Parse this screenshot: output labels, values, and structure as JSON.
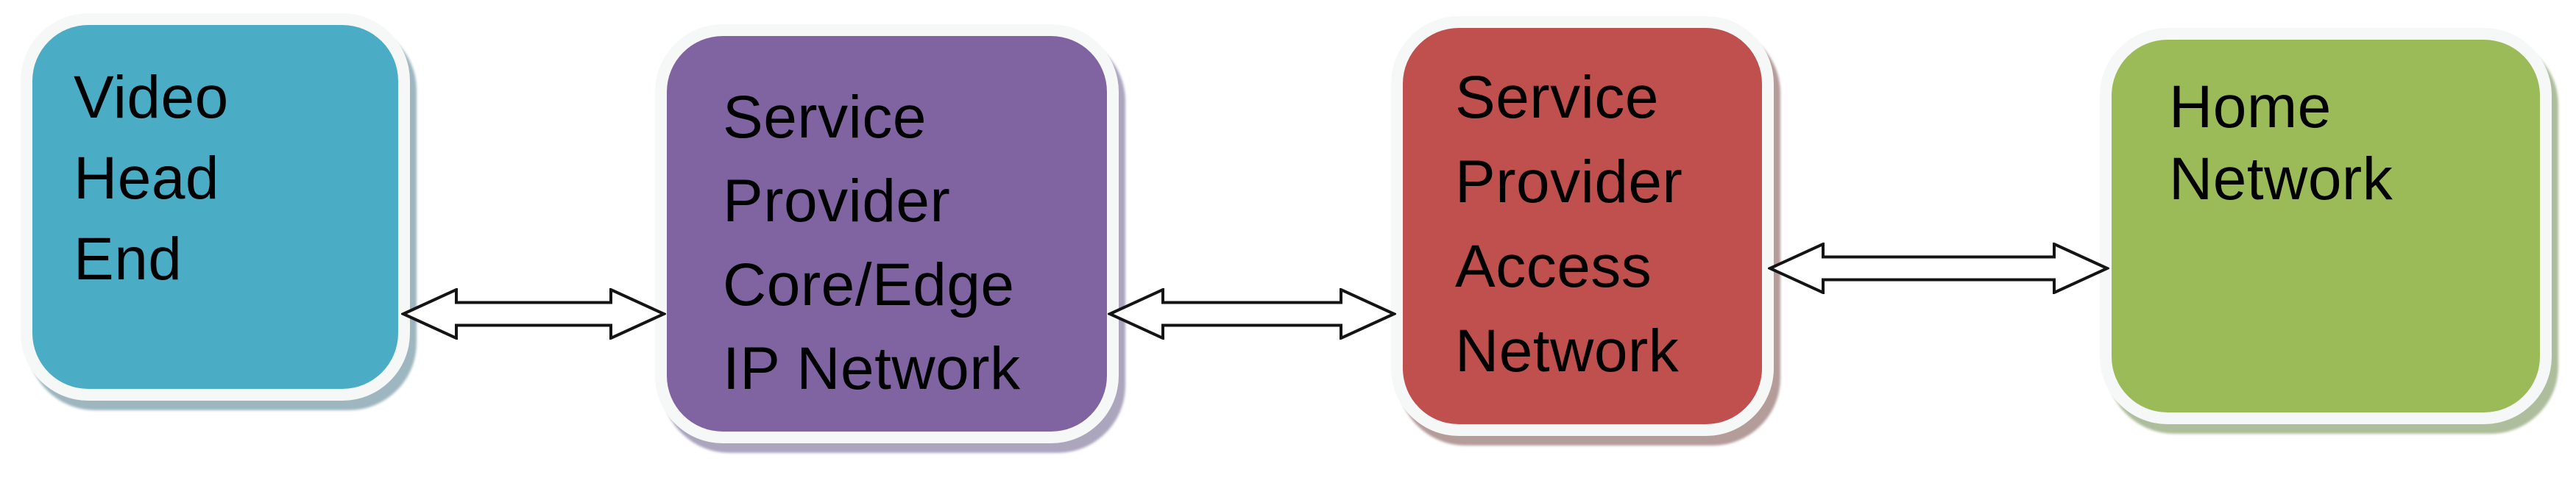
{
  "diagram": {
    "title": "IPTV delivery network block diagram",
    "background": "#ffffff",
    "text_color": "#000000",
    "node_border_color": "#f6f7f7",
    "nodes": [
      {
        "id": "video-head-end",
        "label": "Video\nHead\nEnd",
        "color": "#4BACC6",
        "shadow": "#9eb6c0"
      },
      {
        "id": "service-provider-core-edge-ip-network",
        "label": "Service\nProvider\nCore/Edge\nIP Network",
        "color": "#8064A2",
        "shadow": "#aca5be"
      },
      {
        "id": "service-provider-access-network",
        "label": "Service\nProvider\nAccess\nNetwork",
        "color": "#C0504D",
        "shadow": "#b49c9b"
      },
      {
        "id": "home-network",
        "label": "Home\nNetwork",
        "color": "#9BBB59",
        "shadow": "#aebe9c"
      }
    ],
    "connectors": [
      {
        "from": "video-head-end",
        "to": "service-provider-core-edge-ip-network",
        "type": "double-headed-arrow"
      },
      {
        "from": "service-provider-core-edge-ip-network",
        "to": "service-provider-access-network",
        "type": "double-headed-arrow"
      },
      {
        "from": "service-provider-access-network",
        "to": "home-network",
        "type": "double-headed-arrow"
      }
    ],
    "arrow_style": {
      "fill": "#ffffff",
      "stroke": "#141414"
    }
  }
}
